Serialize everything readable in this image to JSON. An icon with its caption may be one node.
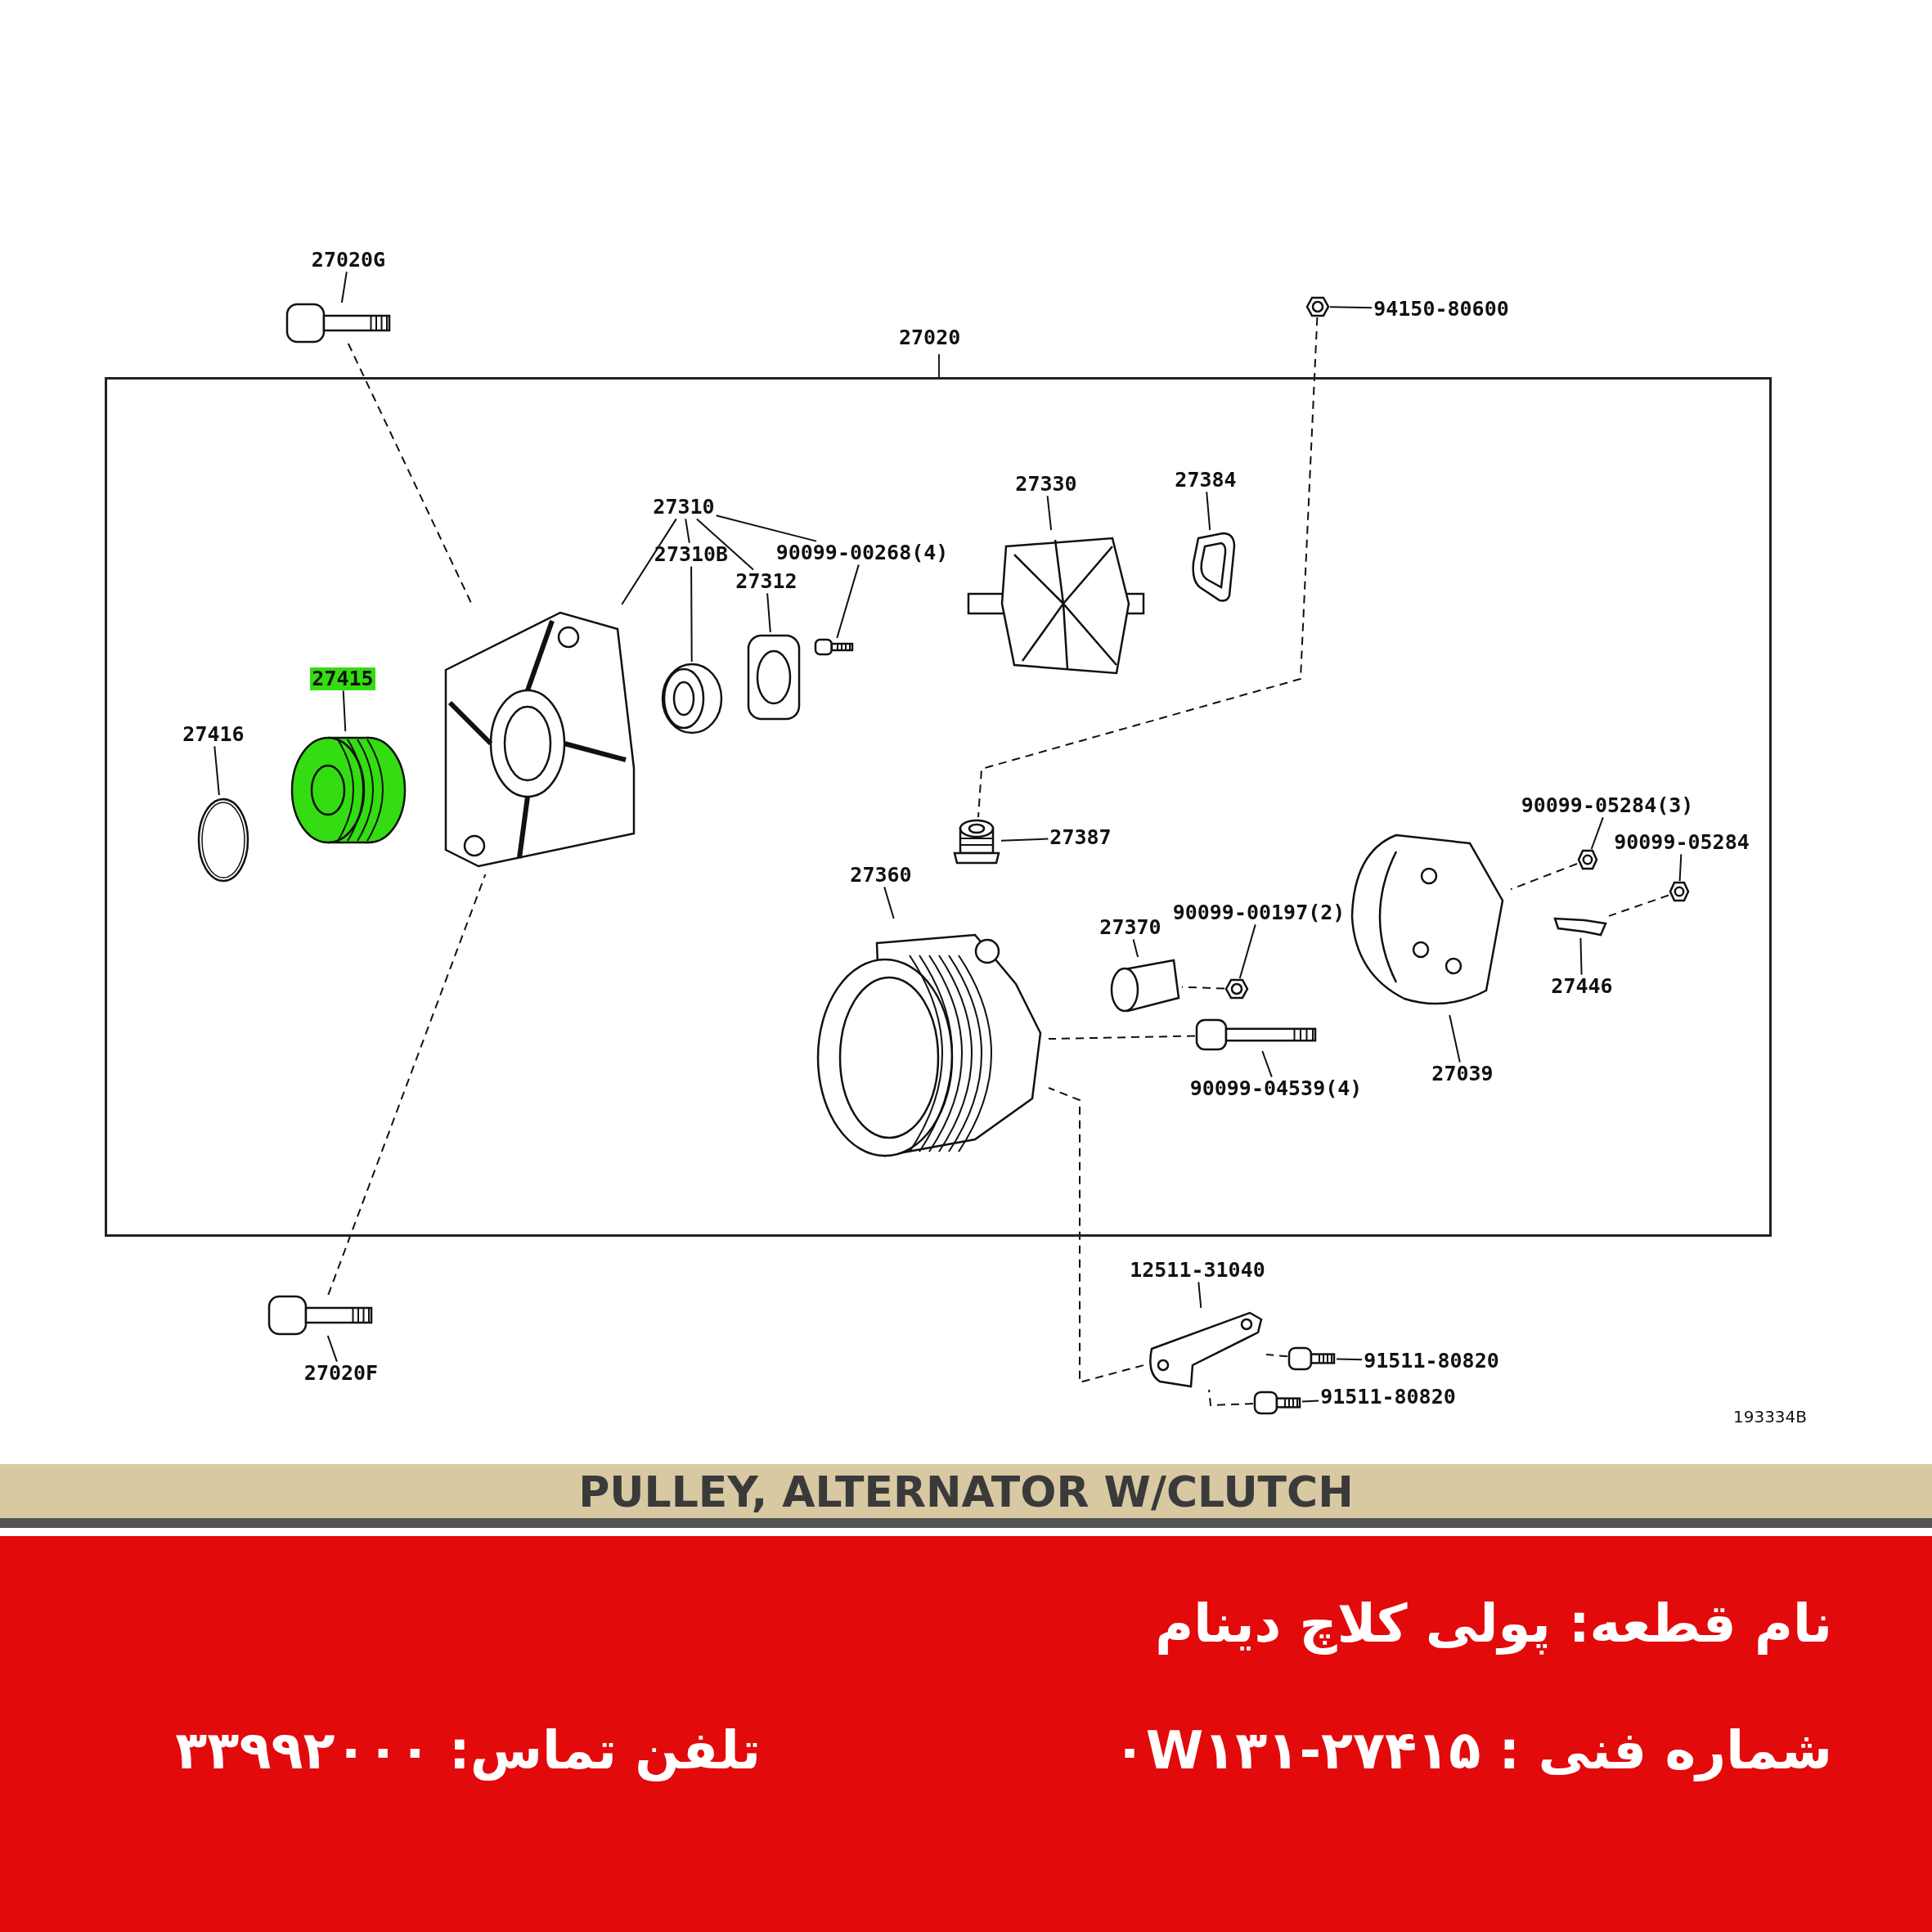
{
  "diagram": {
    "title": "PULLEY, ALTERNATOR W/CLUTCH",
    "nodes": [
      {
        "text": [
          "27020"
        ]
      },
      {
        "text": [
          "27020G"
        ]
      },
      {
        "text": [],
        "shape": "picture"
      },
      {
        "text": [
          "94150-80600"
        ]
      },
      {
        "text": [],
        "shape": "picture"
      },
      {
        "text": [
          "27310"
        ],
        "in": 0
      },
      {
        "text": [
          "27310B"
        ],
        "in": 0
      },
      {
        "text": [
          "27312"
        ],
        "in": 0
      },
      {
        "text": [
          "90099-00268(4)"
        ],
        "in": 0
      },
      {
        "text": [],
        "shape": "picture",
        "in": 0
      },
      {
        "text": [],
        "shape": "picture",
        "in": 0
      },
      {
        "text": [],
        "shape": "picture",
        "in": 0
      },
      {
        "text": [],
        "shape": "picture",
        "in": 0
      },
      {
        "text": [
          "27330"
        ],
        "in": 0
      },
      {
        "text": [],
        "shape": "picture",
        "in": 0
      },
      {
        "text": [
          "27384"
        ],
        "in": 0
      },
      {
        "text": [],
        "shape": "picture",
        "in": 0
      },
      {
        "text": [
          "27415"
        ],
        "in": 0
      },
      {
        "text": [],
        "shape": "picture",
        "in": 0
      },
      {
        "text": [
          "27416"
        ],
        "in": 0
      },
      {
        "text": [],
        "shape": "picture",
        "in": 0
      },
      {
        "text": [
          "27387"
        ],
        "in": 0
      },
      {
        "text": [],
        "shape": "picture",
        "in": 0
      },
      {
        "text": [
          "27360"
        ],
        "in": 0
      },
      {
        "text": [],
        "shape": "picture",
        "in": 0
      },
      {
        "text": [
          "27370"
        ],
        "in": 0
      },
      {
        "text": [],
        "shape": "picture",
        "in": 0
      },
      {
        "text": [
          "90099-00197(2)"
        ],
        "in": 0
      },
      {
        "text": [],
        "shape": "picture",
        "in": 0
      },
      {
        "text": [
          "90099-04539(4)"
        ],
        "in": 0
      },
      {
        "text": [],
        "shape": "picture",
        "in": 0
      },
      {
        "text": [
          "27039"
        ],
        "in": 0
      },
      {
        "text": [],
        "shape": "picture",
        "in": 0
      },
      {
        "text": [
          "90099-05284(3)"
        ],
        "in": 0
      },
      {
        "text": [],
        "shape": "picture",
        "in": 0
      },
      {
        "text": [
          "90099-05284"
        ],
        "in": 0
      },
      {
        "text": [],
        "shape": "picture",
        "in": 0
      },
      {
        "text": [
          "27446"
        ],
        "in": 0
      },
      {
        "text": [],
        "shape": "picture",
        "in": 0
      },
      {
        "text": [
          "27020F"
        ]
      },
      {
        "text": [],
        "shape": "picture"
      },
      {
        "text": [
          "12511-31040"
        ]
      },
      {
        "text": [],
        "shape": "picture"
      },
      {
        "text": [
          "91511-80820"
        ]
      },
      {
        "text": [],
        "shape": "picture"
      },
      {
        "text": [
          "91511-80820"
        ]
      },
      {
        "text": [],
        "shape": "picture"
      }
    ],
    "edges": [
      {
        "from": 1,
        "to": 2,
        "arrow": "none"
      },
      {
        "from": 3,
        "to": 4,
        "arrow": "none"
      },
      {
        "from": 5,
        "to": 9,
        "arrow": "none"
      },
      {
        "from": 5,
        "to": 6,
        "arrow": "none"
      },
      {
        "from": 5,
        "to": 7,
        "arrow": "none"
      },
      {
        "from": 5,
        "to": 8,
        "arrow": "none"
      },
      {
        "from": 6,
        "to": 10,
        "arrow": "none"
      },
      {
        "from": 7,
        "to": 11,
        "arrow": "none"
      },
      {
        "from": 8,
        "to": 12,
        "arrow": "none"
      },
      {
        "from": 13,
        "to": 14,
        "arrow": "none"
      },
      {
        "from": 15,
        "to": 16,
        "arrow": "none"
      },
      {
        "from": 17,
        "to": 18,
        "arrow": "none"
      },
      {
        "from": 19,
        "to": 20,
        "arrow": "none"
      },
      {
        "from": 21,
        "to": 22,
        "arrow": "none"
      },
      {
        "from": 23,
        "to": 24,
        "arrow": "none"
      },
      {
        "from": 25,
        "to": 26,
        "arrow": "none"
      },
      {
        "from": 27,
        "to": 28,
        "arrow": "none"
      },
      {
        "from": 29,
        "to": 30,
        "arrow": "none"
      },
      {
        "from": 31,
        "to": 32,
        "arrow": "none"
      },
      {
        "from": 33,
        "to": 34,
        "arrow": "none"
      },
      {
        "from": 35,
        "to": 36,
        "arrow": "none"
      },
      {
        "from": 37,
        "to": 38,
        "arrow": "none"
      },
      {
        "from": 39,
        "to": 40,
        "arrow": "none"
      },
      {
        "from": 41,
        "to": 42,
        "arrow": "none"
      },
      {
        "from": 43,
        "to": 44,
        "arrow": "none"
      },
      {
        "from": 45,
        "to": 46,
        "arrow": "none"
      },
      {
        "from": 2,
        "to": 9,
        "arrow": "none",
        "style": "dashed"
      },
      {
        "from": 40,
        "to": 9,
        "arrow": "none",
        "style": "dashed"
      },
      {
        "from": 4,
        "to": 22,
        "arrow": "none",
        "style": "dashed"
      },
      {
        "from": 34,
        "to": 32,
        "arrow": "none",
        "style": "dashed"
      },
      {
        "from": 36,
        "to": 38,
        "arrow": "none",
        "style": "dashed"
      },
      {
        "from": 28,
        "to": 26,
        "arrow": "none",
        "style": "dashed"
      },
      {
        "from": 30,
        "to": 24,
        "arrow": "none",
        "style": "dashed"
      },
      {
        "from": 42,
        "to": 24,
        "arrow": "none",
        "style": "dashed"
      },
      {
        "from": 44,
        "to": 42,
        "arrow": "none",
        "style": "dashed"
      },
      {
        "from": 46,
        "to": 42,
        "arrow": "none",
        "style": "dashed"
      }
    ],
    "labels": [
      "193334B",
      "نام قطعه: پولی کلاچ دینام",
      "شماره فنی : ۲۷۴۱۵-۰W۱۳۱",
      "تلفن تماس: ۳۳۹۹۲۰۰۰"
    ]
  }
}
